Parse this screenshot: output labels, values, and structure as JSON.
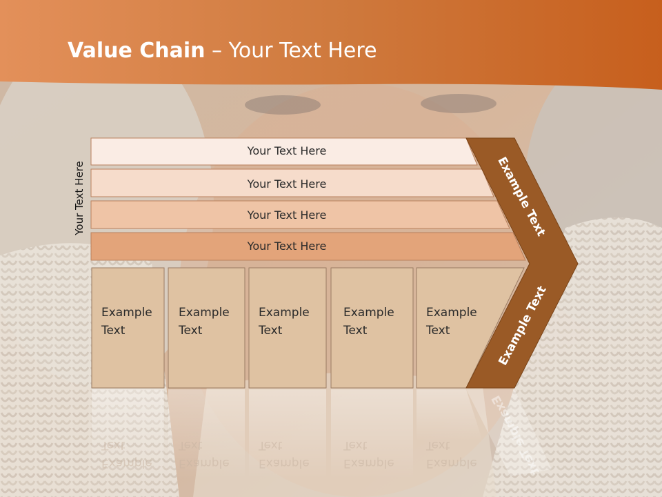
{
  "slide": {
    "title_bold": "Value Chain",
    "title_rest": " – Your Text Here",
    "side_label": "Your Text Here"
  },
  "bars": [
    {
      "label": "Your Text Here"
    },
    {
      "label": "Your Text Here"
    },
    {
      "label": "Your Text Here"
    },
    {
      "label": "Your Text Here"
    }
  ],
  "cells": [
    {
      "line1": "Example",
      "line2": "Text"
    },
    {
      "line1": "Example",
      "line2": "Text"
    },
    {
      "line1": "Example",
      "line2": "Text"
    },
    {
      "line1": "Example",
      "line2": "Text"
    },
    {
      "line1": "Example",
      "line2": "Text"
    }
  ],
  "arrow": {
    "upper_label": "Example Text",
    "lower_label": "Example Text"
  },
  "colors": {
    "header_orange": "#c8601f",
    "arrow_brown": "#9a5a26",
    "bar_1": "#faece4",
    "bar_2": "#f6dccb",
    "bar_3": "#efc4a6",
    "bar_4": "#e3a47a",
    "cell_fill": "#dfc2a2"
  }
}
